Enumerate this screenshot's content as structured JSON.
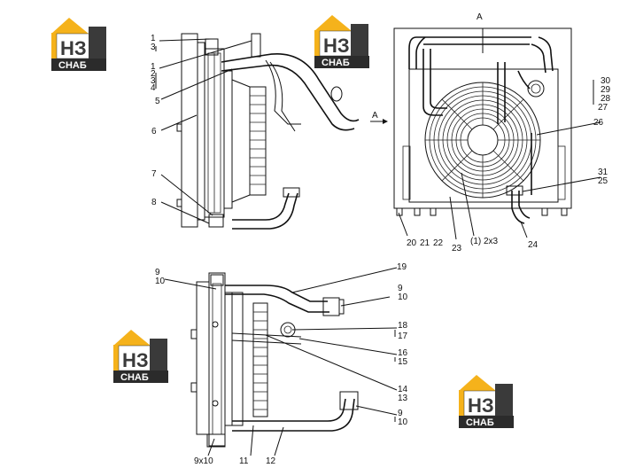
{
  "logo": {
    "mark": "НЗ",
    "word": "СНАБ",
    "colors": {
      "roof": "#f5b21b",
      "dark": "#3a3a3a",
      "red": "#d8261f",
      "band": "#2b2b2b"
    }
  },
  "view_a": {
    "title": "A",
    "arrow_label": "A"
  },
  "side_view_labels": {
    "l1": "1",
    "l3a": "3",
    "l1b": "1",
    "l2": "2",
    "l3b": "3",
    "l4": "4",
    "l5": "5",
    "l6": "6",
    "l7": "7",
    "l8": "8"
  },
  "front_view_labels": {
    "l30": "30",
    "l29": "29",
    "l28": "28",
    "l27": "27",
    "l26": "26",
    "l31": "31",
    "l25": "25",
    "l20": "20",
    "l21": "21",
    "l22": "22",
    "l23": "23",
    "l1x": "(1) 2x3",
    "l24": "24"
  },
  "bottom_view_labels": {
    "l9a": "9",
    "l10a": "10",
    "l19": "19",
    "l9b": "9",
    "l10b": "10",
    "l18": "18",
    "l17": "17",
    "l16": "16",
    "l15": "15",
    "l14": "14",
    "l13": "13",
    "l9c": "9",
    "l10c": "10",
    "l9x10": "9x10",
    "l11": "11",
    "l12": "12"
  }
}
